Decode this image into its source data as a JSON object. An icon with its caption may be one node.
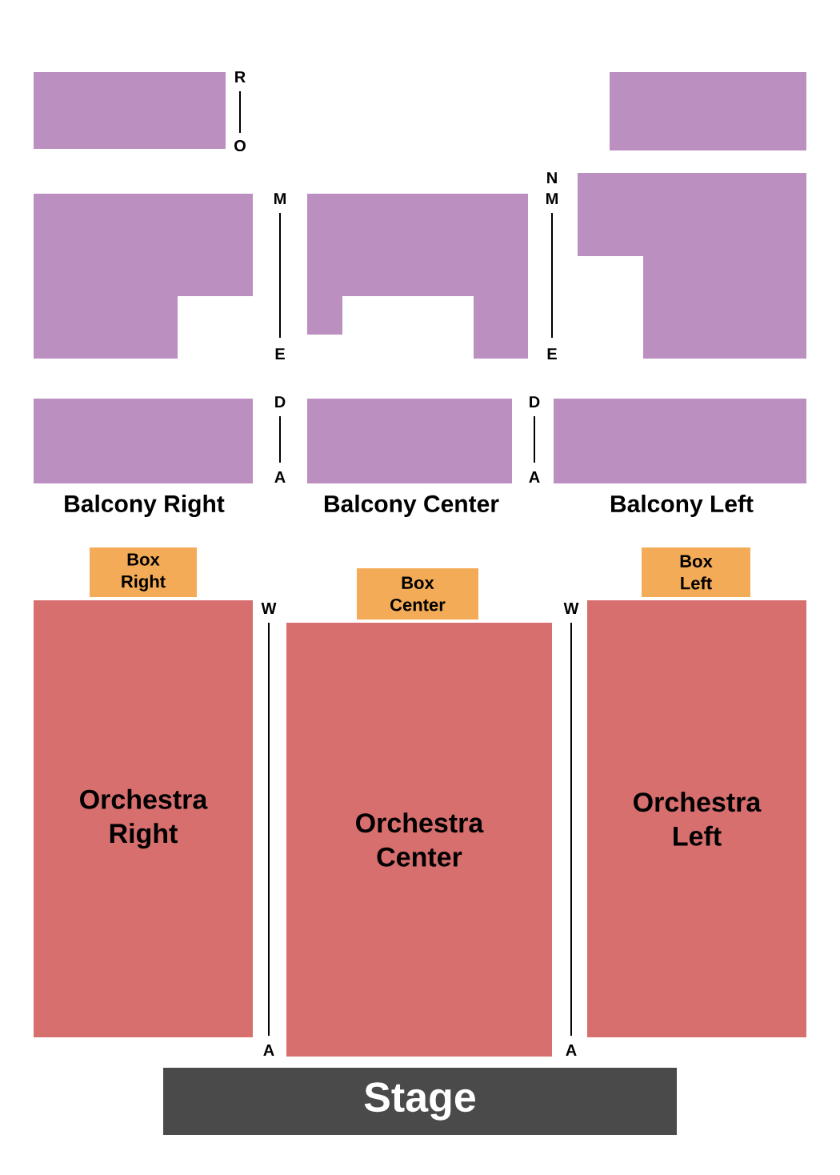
{
  "diagram": {
    "nodes": [
      {
        "text": [],
        "shape": "box"
      },
      {
        "text": [],
        "shape": "box"
      },
      {
        "text": [],
        "shape": "box"
      },
      {
        "text": [],
        "shape": "box"
      },
      {
        "text": [],
        "shape": "box"
      },
      {
        "text": [],
        "shape": "box"
      },
      {
        "text": [],
        "shape": "box"
      },
      {
        "text": [],
        "shape": "box"
      },
      {
        "text": [
          "Box Right"
        ]
      },
      {
        "text": [
          "Box Center"
        ]
      },
      {
        "text": [
          "Box Left"
        ]
      },
      {
        "text": [
          "Orchestra Right"
        ]
      },
      {
        "text": [
          "Orchestra Center"
        ]
      },
      {
        "text": [
          "Orchestra Left"
        ]
      },
      {
        "text": [
          "Stage"
        ]
      }
    ],
    "labels": [
      "R",
      "O",
      "N",
      "M",
      "M",
      "E",
      "E",
      "D",
      "A",
      "D",
      "A",
      "Balcony Right",
      "Balcony Center",
      "Balcony Left",
      "W",
      "W",
      "A",
      "A"
    ]
  }
}
